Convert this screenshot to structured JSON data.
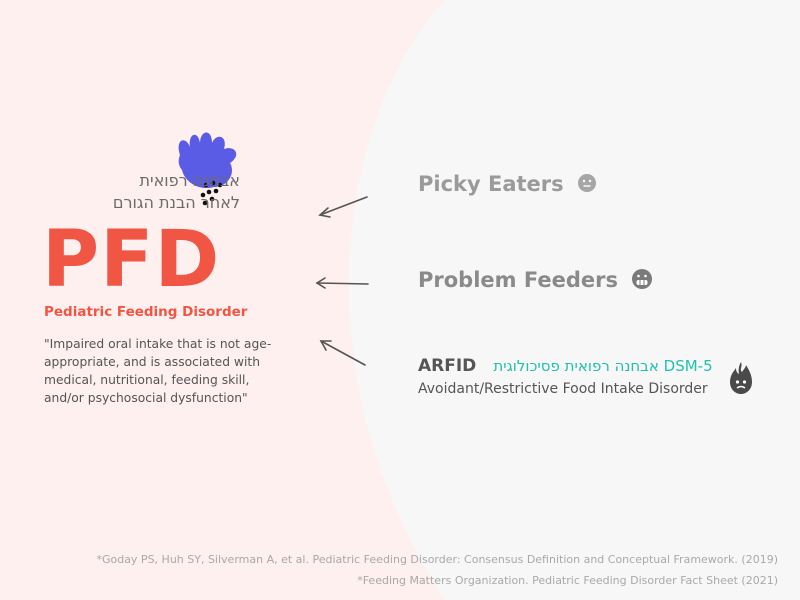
{
  "left": {
    "hebrew_title_line1": "אבחנה רפואית",
    "hebrew_title_line2": "לאחר הבנת הגורם",
    "main_title": "PFD",
    "subtitle": "Pediatric Feeding Disorder",
    "quote_line1": "\"Impaired oral intake that is not age-",
    "quote_line2": "appropriate, and is associated with",
    "quote_line3": "medical, nutritional, feeding skill,",
    "quote_line4": "and/or psychosocial dysfunction\""
  },
  "right": {
    "picky_label": "Picky Eaters",
    "picky_icon": "neutral-face-icon",
    "problem_label": "Problem Feeders",
    "problem_icon": "grimace-face-icon",
    "arfid_label": "ARFID",
    "dsm_label": "אבחנה רפואית פסיכולוגית DSM-5",
    "arfid_description": "Avoidant/Restrictive Food Intake Disorder",
    "arfid_icon": "flame-face-icon"
  },
  "references": {
    "ref1": "*Goday PS, Huh SY, Silverman A, et al. Pediatric Feeding Disorder: Consensus Definition and Conceptual Framework. (2019)",
    "ref2": "*Feeding Matters Organization. Pediatric Feeding Disorder Fact Sheet (2021)"
  },
  "colors": {
    "accent_red": "#f15544",
    "teal": "#1fc2ad",
    "left_panel_bg": "#fdf0ee",
    "right_panel_bg": "#f7f7f7",
    "decor_blue": "#5b5ce6"
  }
}
